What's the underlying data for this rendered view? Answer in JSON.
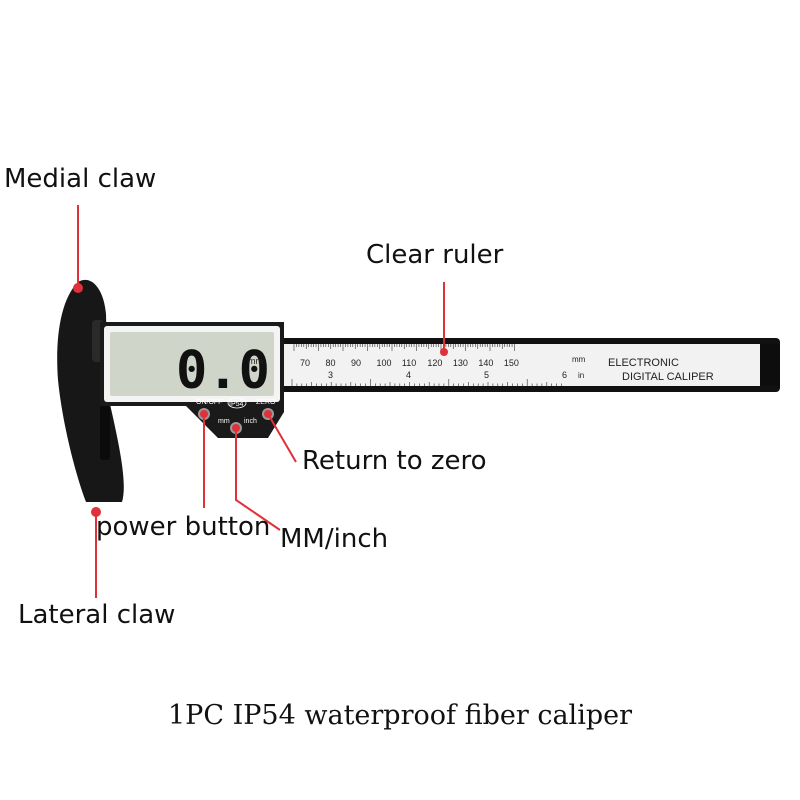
{
  "callouts": {
    "medial_claw": "Medial claw",
    "clear_ruler": "Clear ruler",
    "return_to_zero": "Return to zero",
    "power_button": "power button",
    "mm_inch": "MM/inch",
    "lateral_claw": "Lateral claw"
  },
  "caption": "1PC IP54 waterproof fiber caliper",
  "device": {
    "display_value": "0.0",
    "display_unit": "mm",
    "btn_on_off": "ON/OFF",
    "badge_ip": "IP54",
    "btn_zero": "ZERO",
    "label_mm": "mm",
    "label_inch": "inch",
    "brand_line1": "ELECTRONIC",
    "brand_line2": "DIGITAL CALIPER",
    "scale_unit_mm": "mm",
    "scale_unit_in": "in",
    "mm_ticks": [
      "70",
      "80",
      "90",
      "100",
      "110",
      "120",
      "130",
      "140",
      "150"
    ],
    "inch_ticks": [
      "3",
      "4",
      "5",
      "6"
    ]
  },
  "colors": {
    "marker": "#e0303a",
    "body": "#151515",
    "lcd": "#cfd6c9",
    "ruler": "#f2f2f2"
  }
}
